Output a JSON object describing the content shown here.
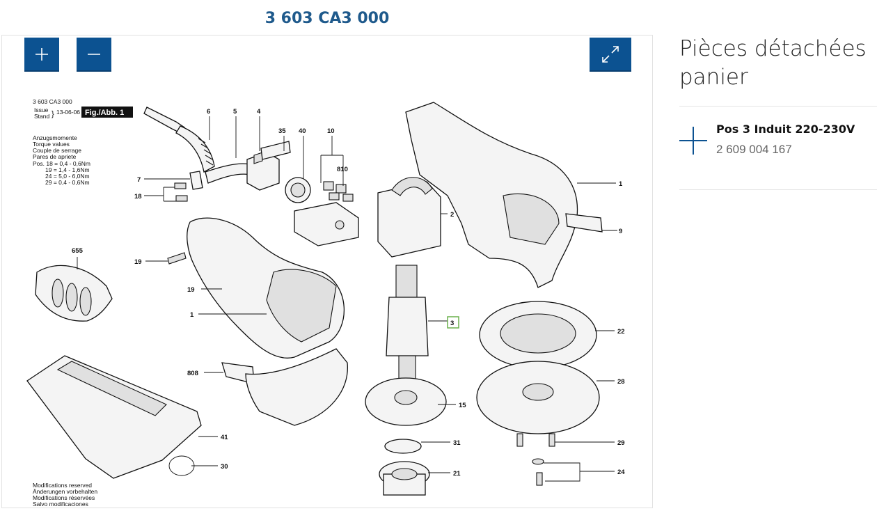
{
  "page": {
    "title": "3 603 CA3 000"
  },
  "toolbar": {
    "zoom_in_icon": "plus-icon",
    "zoom_out_icon": "minus-icon",
    "fullscreen_icon": "expand-arrows-icon",
    "accent_color": "#0c5291"
  },
  "drawing": {
    "header": {
      "model": "3 603 CA3 000",
      "issue_label_1": "Issue",
      "issue_label_2": "Stand",
      "issue_date": "13-06-06",
      "fig_label": "Fig./Abb. 1"
    },
    "torque_notes": [
      "Anzugsmomente",
      "Torque values",
      "Couple de serrage",
      "Pares de apriete",
      "Pos. 18  =   0,4  -  0,6Nm",
      "19  =   1,4  -  1,6Nm",
      "24  =   5,0  -  6,0Nm",
      "29  =   0,4  -  0,6Nm"
    ],
    "footer_notes": [
      "Modifications reserved",
      "Änderungen vorbehalten",
      "Modifications réservées",
      "Salvo modificaciones"
    ],
    "callouts": {
      "p1a": "1",
      "p1b": "1",
      "p2": "2",
      "p3": "3",
      "p4": "4",
      "p5": "5",
      "p6": "6",
      "p7": "7",
      "p9": "9",
      "p10": "10",
      "p15": "15",
      "p18": "18",
      "p19a": "19",
      "p19b": "19",
      "p21": "21",
      "p22": "22",
      "p24": "24",
      "p28": "28",
      "p29": "29",
      "p30": "30",
      "p31": "31",
      "p35": "35",
      "p40": "40",
      "p41": "41",
      "p655": "655",
      "p808": "808",
      "p810": "810"
    },
    "highlight_color": "#6ab04c"
  },
  "sidebar": {
    "title_line1": "Pièces détachées",
    "title_line2": "panier",
    "items": [
      {
        "name": "Pos 3 Induit 220-230V",
        "number": "2 609 004 167",
        "icon": "plus-icon"
      }
    ]
  }
}
